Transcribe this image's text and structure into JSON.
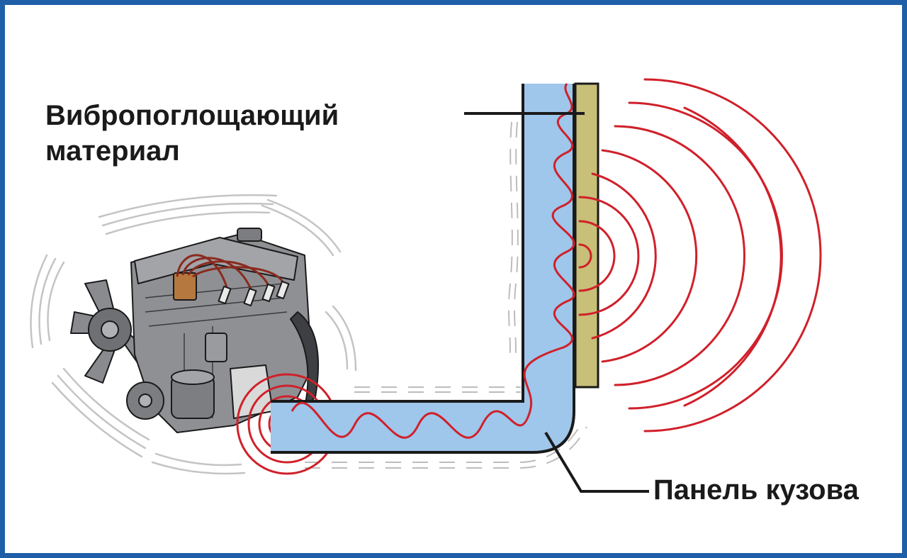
{
  "labels": {
    "material_line1": "Вибропоглощающий",
    "material_line2": "материал",
    "panel": "Панель кузова"
  },
  "colors": {
    "frame": "#1f5fa8",
    "panel_fill": "#9fc6eb",
    "damping_fill": "#c8bf78",
    "wave": "#d0202a",
    "outline": "#1a1a1a",
    "vibration_marks": "#b9b9b9",
    "engine_body": "#8f9094"
  },
  "icons": {
    "engine": "engine-icon",
    "vibration_source": "vibration-source-icon"
  }
}
